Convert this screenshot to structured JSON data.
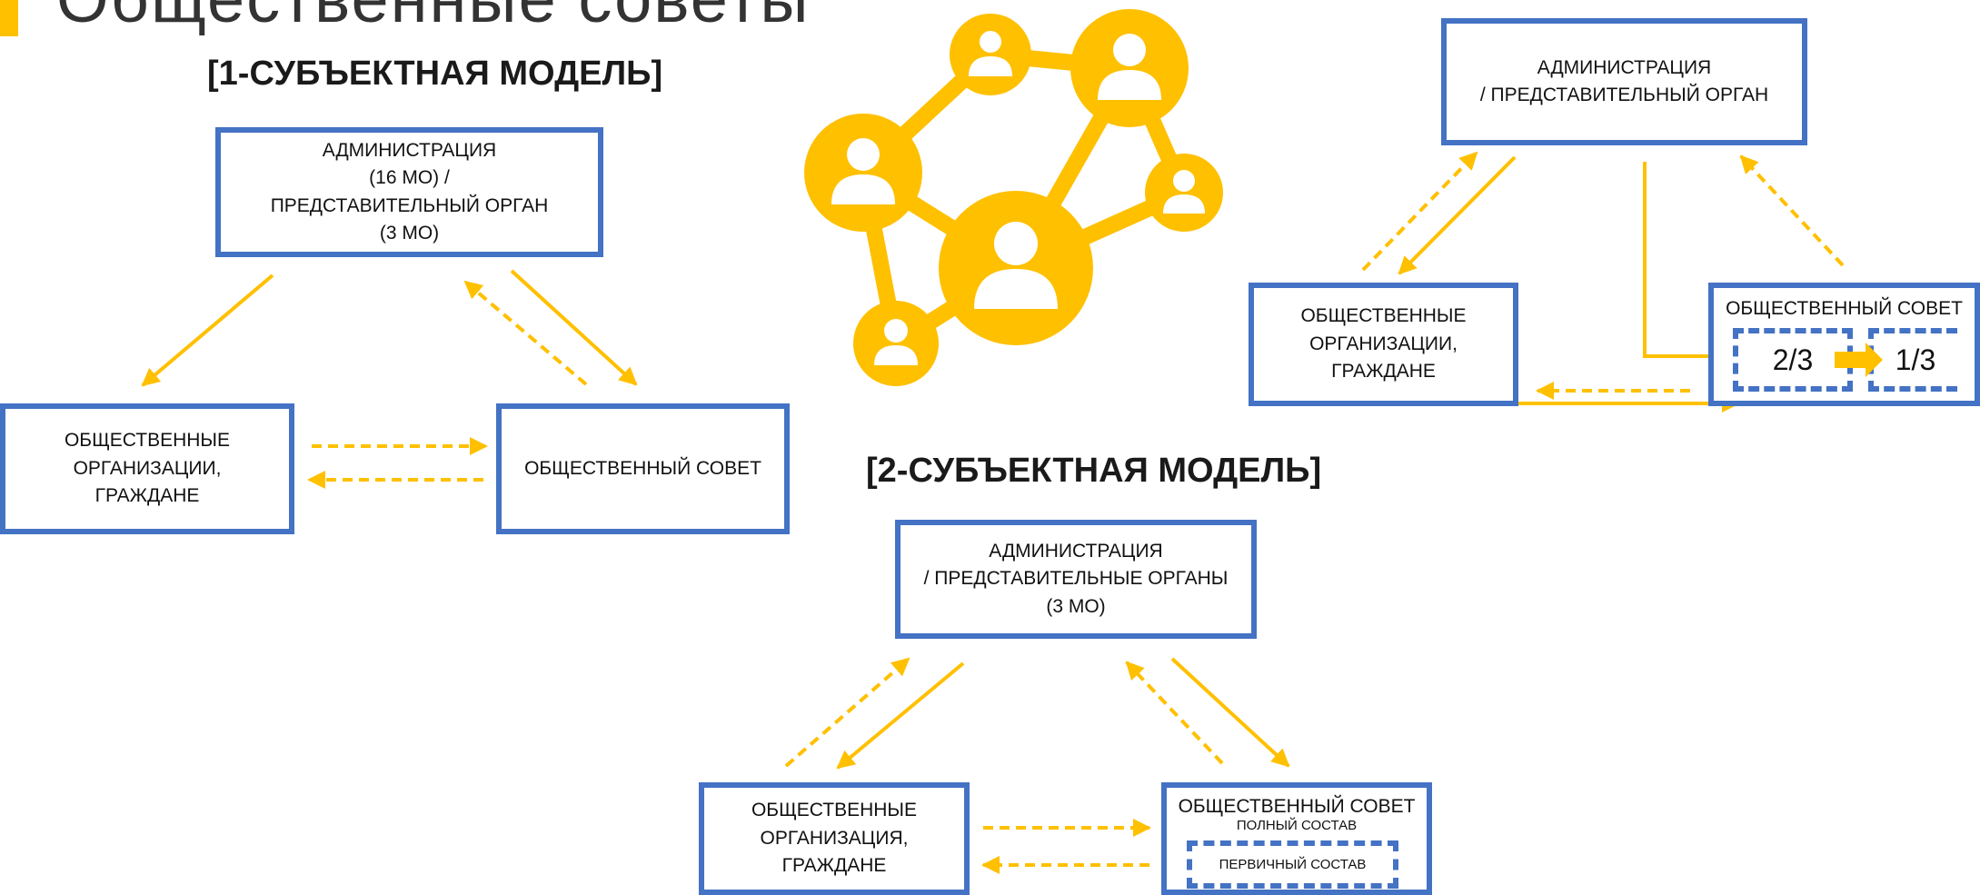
{
  "slide": {
    "title_partial": "Общественные советы",
    "accent_color": "#ffc000",
    "border_color": "#4472c4"
  },
  "model1": {
    "heading": "[1-СУБЪЕКТНАЯ МОДЕЛЬ]",
    "admin": [
      "АДМИНИСТРАЦИЯ",
      "(16 МО)  /",
      "ПРЕДСТАВИТЕЛЬНЫЙ ОРГАН",
      "(3 МО)"
    ],
    "public_orgs": [
      "ОБЩЕСТВЕННЫЕ",
      "ОРГАНИЗАЦИИ,",
      "ГРАЖДАНЕ"
    ],
    "council": "ОБЩЕСТВЕННЫЙ СОВЕТ"
  },
  "model_right": {
    "admin": [
      "АДМИНИСТРАЦИЯ",
      "/ ПРЕДСТАВИТЕЛЬНЫЙ ОРГАН"
    ],
    "public_orgs": [
      "ОБЩЕСТВЕННЫЕ",
      "ОРГАНИЗАЦИИ,",
      "ГРАЖДАНЕ"
    ],
    "council": "ОБЩЕСТВЕННЫЙ СОВЕТ",
    "part_a": "2/3",
    "part_b": "1/3"
  },
  "model2": {
    "heading": "[2-СУБЪЕКТНАЯ МОДЕЛЬ]",
    "admin": [
      "АДМИНИСТРАЦИЯ",
      "/ ПРЕДСТАВИТЕЛЬНЫЕ ОРГАНЫ",
      "(3 МО)"
    ],
    "public_orgs": [
      "ОБЩЕСТВЕННЫЕ",
      "ОРГАНИЗАЦИЯ,",
      "ГРАЖДАНЕ"
    ],
    "council": "ОБЩЕСТВЕННЫЙ СОВЕТ",
    "full_composition": "ПОЛНЫЙ СОСТАВ",
    "primary_composition": "ПЕРВИЧНЫЙ СОСТАВ"
  },
  "icons": {
    "network": "people-network-icon"
  }
}
